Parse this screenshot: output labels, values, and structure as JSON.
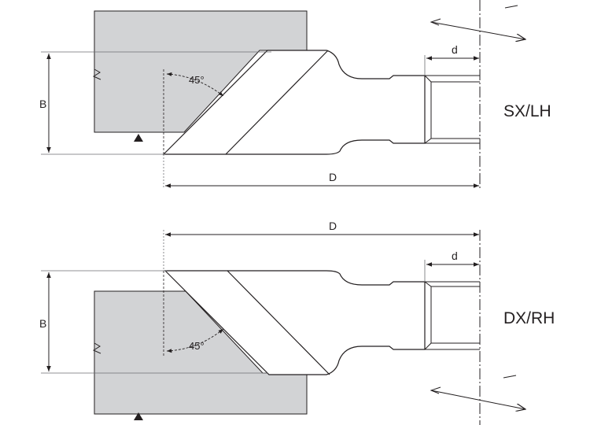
{
  "top_view": {
    "hand_label": "SX/LH",
    "angle_label": "45°",
    "dim_height": "B",
    "dim_bore": "d",
    "dim_diameter": "D"
  },
  "bottom_view": {
    "hand_label": "DX/RH",
    "angle_label": "45°",
    "dim_height": "B",
    "dim_bore": "d",
    "dim_diameter": "D"
  },
  "colors": {
    "workpiece_fill": "#d2d3d5",
    "line": "#231f20",
    "thin_line": "#6d6e71"
  }
}
